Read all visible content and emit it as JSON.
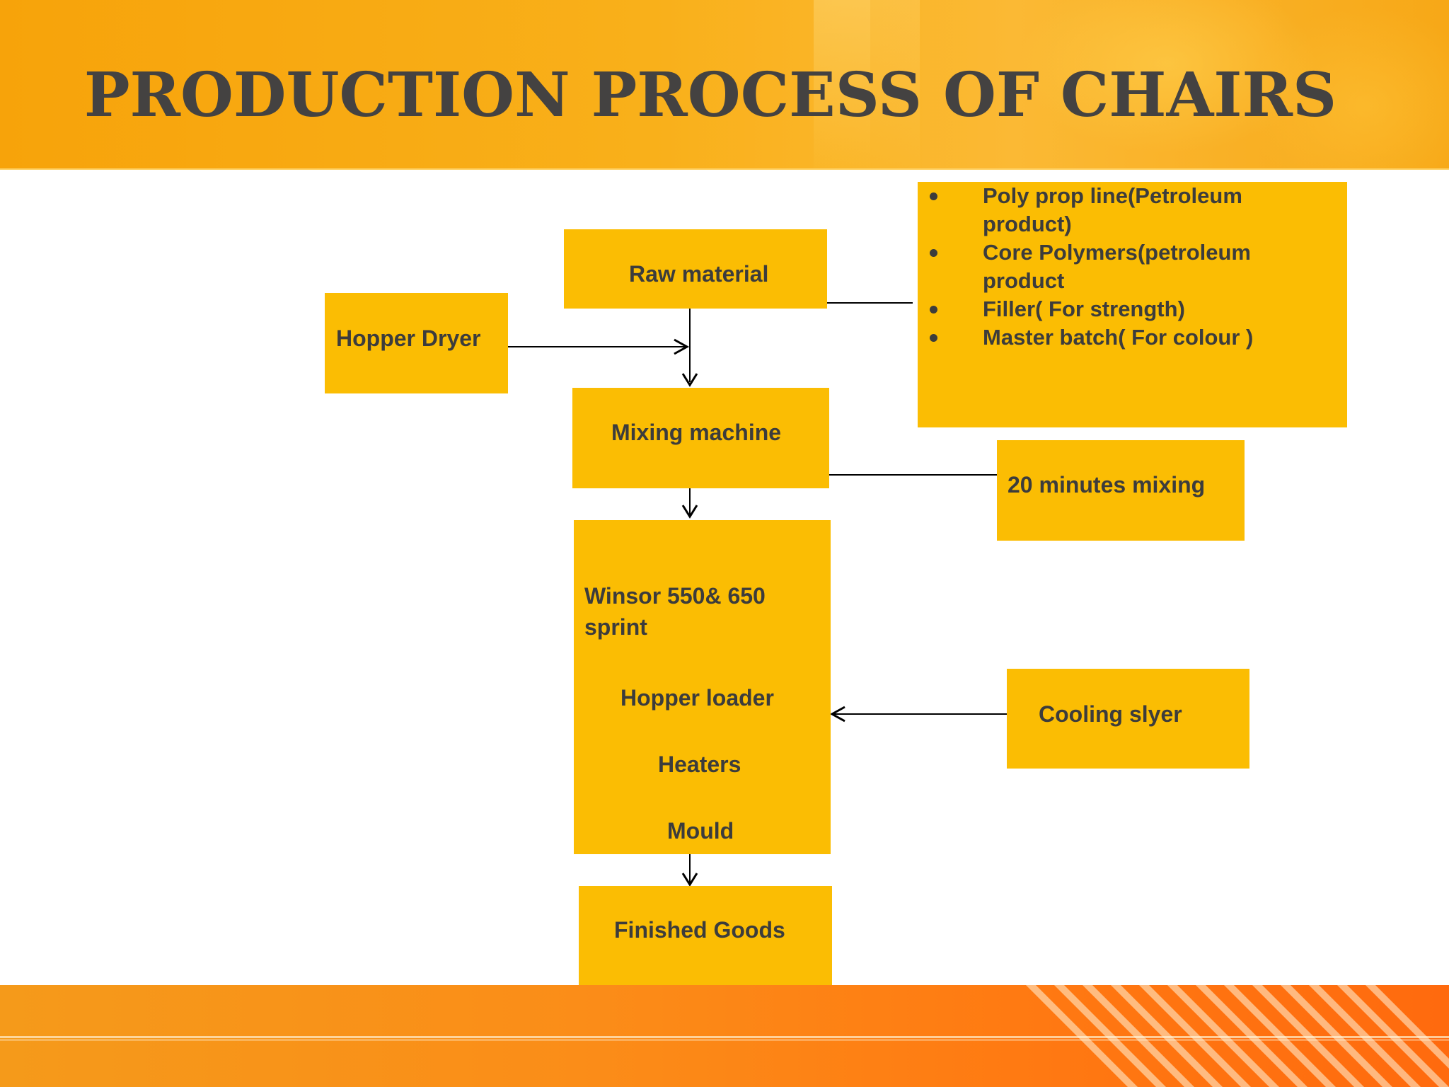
{
  "slide": {
    "title": "PRODUCTION PROCESS OF CHAIRS"
  },
  "colors": {
    "box_fill": "#fbbd03",
    "text": "#3c3c3c",
    "title_text": "#444241",
    "header_orange": "#f9b01a",
    "footer_orange": "#fb8d18",
    "connector": "#000000"
  },
  "nodes": {
    "raw_material": "Raw material",
    "hopper_dryer": "Hopper Dryer",
    "mixing_machine": "Mixing machine",
    "mixing_note": "20 minutes mixing",
    "machine": {
      "line1": "Winsor 550& 650",
      "line2": "sprint",
      "hopper_loader": "Hopper loader",
      "heaters": "Heaters",
      "mould": "Mould"
    },
    "cooling": "Cooling slyer",
    "finished_goods": "Finished Goods"
  },
  "raw_material_list": [
    "Poly prop line(Petroleum product)",
    "Core Polymers(petroleum product",
    "Filler( For strength)",
    "Master batch( For colour  )"
  ]
}
